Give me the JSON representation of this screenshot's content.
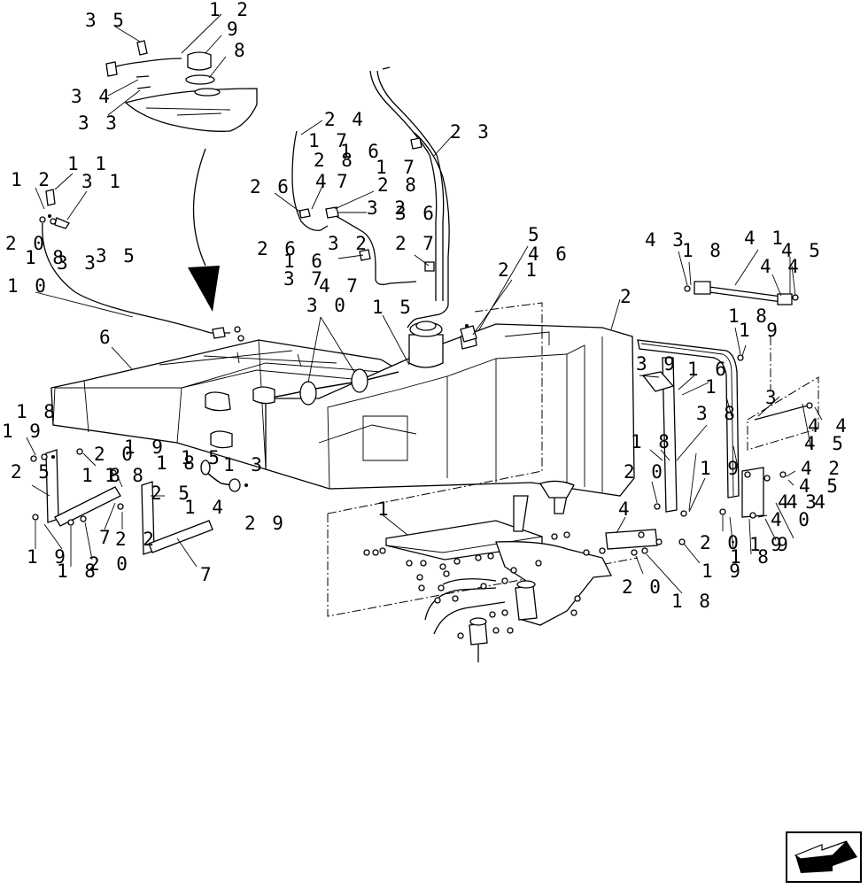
{
  "diagram": {
    "labels": [
      {
        "id": "p35a",
        "text": "3 5"
      },
      {
        "id": "p12a",
        "text": "1 2"
      },
      {
        "id": "p9a",
        "text": "9"
      },
      {
        "id": "p8a",
        "text": "8"
      },
      {
        "id": "p34",
        "text": "3 4"
      },
      {
        "id": "p33a",
        "text": "3 3"
      },
      {
        "id": "p24",
        "text": "2 4"
      },
      {
        "id": "p23",
        "text": "2 3"
      },
      {
        "id": "p17a",
        "text": "1 7"
      },
      {
        "id": "p28a",
        "text": "2 8"
      },
      {
        "id": "p16a",
        "text": "1 6"
      },
      {
        "id": "p17b",
        "text": "1 7"
      },
      {
        "id": "p11",
        "text": "1 1"
      },
      {
        "id": "p12b",
        "text": "1 2"
      },
      {
        "id": "p31",
        "text": "3 1"
      },
      {
        "id": "p26a",
        "text": "2 6"
      },
      {
        "id": "p47a",
        "text": "4"
      },
      {
        "id": "p7a",
        "text": "7"
      },
      {
        "id": "p28b",
        "text": "2 8"
      },
      {
        "id": "p32a",
        "text": "3 2"
      },
      {
        "id": "p36",
        "text": "3 6"
      },
      {
        "id": "p20a",
        "text": "2 0"
      },
      {
        "id": "p18a",
        "text": "1 8"
      },
      {
        "id": "p33b",
        "text": "3 3"
      },
      {
        "id": "p35b",
        "text": "3 5"
      },
      {
        "id": "p26b",
        "text": "2 6"
      },
      {
        "id": "p32b",
        "text": "3 2"
      },
      {
        "id": "p27",
        "text": "2 7"
      },
      {
        "id": "p5a",
        "text": "5"
      },
      {
        "id": "p46",
        "text": "4 6"
      },
      {
        "id": "p16b",
        "text": "1 6"
      },
      {
        "id": "p21",
        "text": "2 1"
      },
      {
        "id": "p37",
        "text": "3 7"
      },
      {
        "id": "p47b",
        "text": "4 7"
      },
      {
        "id": "p10",
        "text": "1 0"
      },
      {
        "id": "p30",
        "text": "3 0"
      },
      {
        "id": "p15a",
        "text": "1 5"
      },
      {
        "id": "p2a",
        "text": "2"
      },
      {
        "id": "p43a",
        "text": "4 3"
      },
      {
        "id": "p18b",
        "text": "1 8"
      },
      {
        "id": "p41",
        "text": "4 1"
      },
      {
        "id": "p45a",
        "text": "4 5"
      },
      {
        "id": "p44a",
        "text": "4 4"
      },
      {
        "id": "p6",
        "text": "6"
      },
      {
        "id": "p18c",
        "text": "1 8"
      },
      {
        "id": "p19a",
        "text": "1 9"
      },
      {
        "id": "p39",
        "text": "3 9"
      },
      {
        "id": "p16c",
        "text": "1 6"
      },
      {
        "id": "p1a",
        "text": "1"
      },
      {
        "id": "p3",
        "text": "3"
      },
      {
        "id": "p38",
        "text": "3 8"
      },
      {
        "id": "p44b",
        "text": "4 4"
      },
      {
        "id": "p45b",
        "text": "4 5"
      },
      {
        "id": "p18d",
        "text": "1 8"
      },
      {
        "id": "p19b",
        "text": "1 9"
      },
      {
        "id": "p20b",
        "text": "2 0"
      },
      {
        "id": "p19c",
        "text": "1 9"
      },
      {
        "id": "p18e",
        "text": "1 8"
      },
      {
        "id": "p15b",
        "text": "1 5"
      },
      {
        "id": "p13",
        "text": "1 3"
      },
      {
        "id": "p25a",
        "text": "2 5"
      },
      {
        "id": "p18f",
        "text": "1 8"
      },
      {
        "id": "p18g",
        "text": "1 8"
      },
      {
        "id": "p18h",
        "text": "1 8"
      },
      {
        "id": "p20c",
        "text": "2 0"
      },
      {
        "id": "p19d",
        "text": "1 9"
      },
      {
        "id": "p42a",
        "text": "4 2"
      },
      {
        "id": "p45c",
        "text": "4 5"
      },
      {
        "id": "p25b",
        "text": "2 5"
      },
      {
        "id": "p14",
        "text": "1 4"
      },
      {
        "id": "p29",
        "text": "2 9"
      },
      {
        "id": "p7b",
        "text": "7"
      },
      {
        "id": "p22",
        "text": "2 2"
      },
      {
        "id": "p43b",
        "text": "4 3"
      },
      {
        "id": "p44c",
        "text": "4 4"
      },
      {
        "id": "p40",
        "text": "4 0"
      },
      {
        "id": "p19e",
        "text": "1 9"
      },
      {
        "id": "p18i",
        "text": "1 8"
      },
      {
        "id": "p20d",
        "text": "2 0"
      },
      {
        "id": "p7c",
        "text": "7"
      },
      {
        "id": "p1b",
        "text": "1"
      },
      {
        "id": "p4",
        "text": "4"
      },
      {
        "id": "p20e",
        "text": "2 0"
      },
      {
        "id": "p19f",
        "text": "1 9"
      },
      {
        "id": "p18j",
        "text": "1 8"
      },
      {
        "id": "p20f",
        "text": "2 0"
      },
      {
        "id": "p19g",
        "text": "1 9"
      },
      {
        "id": "p18k",
        "text": "1 8"
      },
      {
        "id": "p9b",
        "text": "9"
      }
    ],
    "nav_icon": "next-page-arrow-icon"
  }
}
